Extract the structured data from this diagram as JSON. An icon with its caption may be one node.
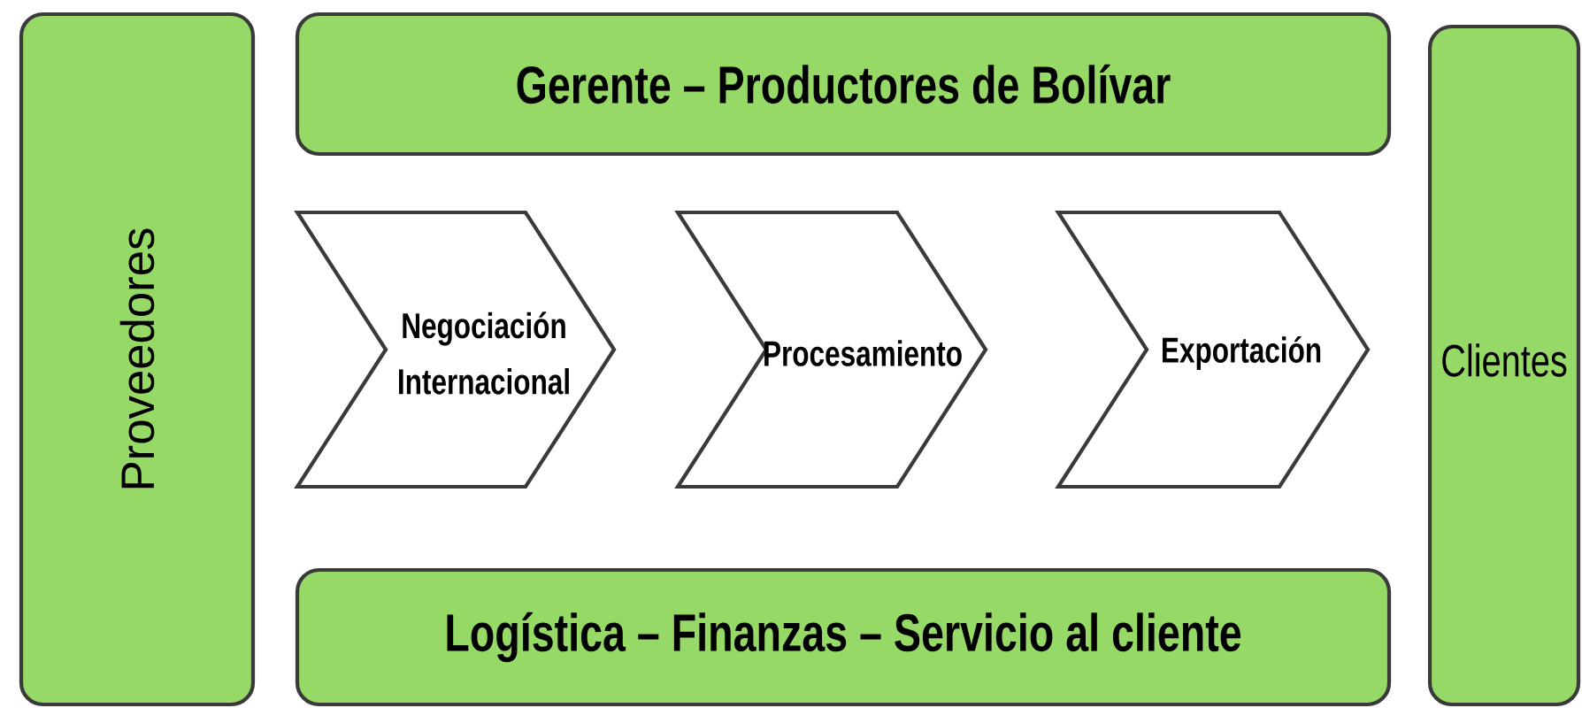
{
  "diagram": {
    "nodes": [
      {
        "text": [
          "Proveedores"
        ]
      },
      {
        "text": [
          "Gerente – Productores de Bolívar"
        ]
      },
      {
        "text": [
          "Negociación Internacional"
        ]
      },
      {
        "text": [
          "Procesamiento"
        ]
      },
      {
        "text": [
          "Exportación"
        ]
      },
      {
        "text": [
          "Logística – Finanzas – Servicio al cliente"
        ]
      },
      {
        "text": [
          "Clientes"
        ]
      }
    ]
  }
}
